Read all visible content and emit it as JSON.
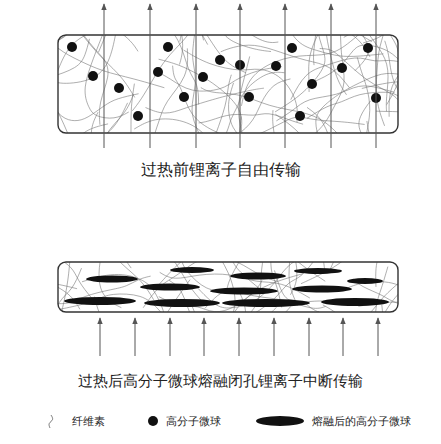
{
  "diagram": {
    "labels": [
      "过热前锂离子自由传输",
      "过热后高分子微球熔融闭孔锂离子中断传输"
    ],
    "legend": [
      {
        "text": "纤维素"
      },
      {
        "text": "高分子微球"
      },
      {
        "text": "熔融后的高分子微球"
      }
    ]
  }
}
